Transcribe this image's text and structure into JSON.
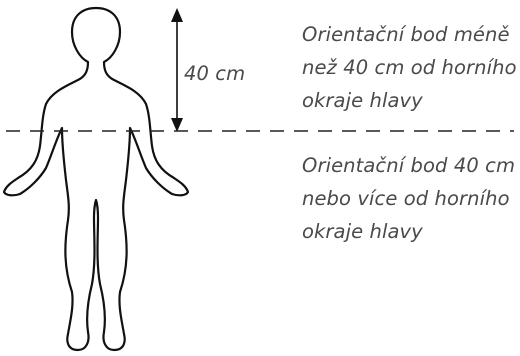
{
  "measurement": {
    "label": "40 cm"
  },
  "notes": {
    "above_line": [
      "Orientační bod méně",
      "než 40 cm od horního",
      "okraje hlavy"
    ],
    "below_line": [
      "Orientační bod 40 cm",
      "nebo více od horního",
      "okraje hlavy"
    ]
  },
  "colors": {
    "outline": "#111111",
    "text": "#4a4a4a",
    "dashed_line": "#222222"
  }
}
